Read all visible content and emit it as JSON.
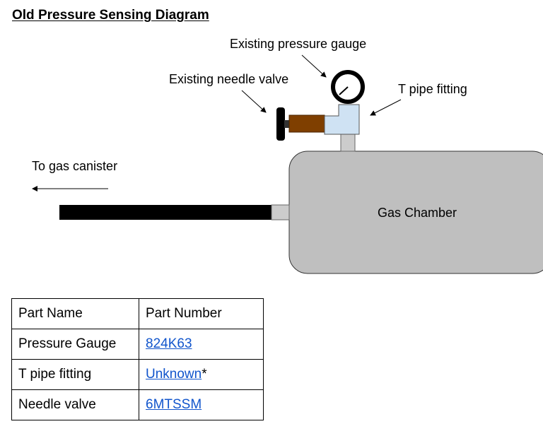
{
  "title": "Old Pressure Sensing Diagram",
  "diagram": {
    "labels": {
      "gauge": "Existing pressure gauge",
      "needle_valve": "Existing needle valve",
      "t_fitting": "T pipe fitting",
      "to_canister": "To gas canister",
      "chamber": "Gas Chamber"
    },
    "colors": {
      "chamber_fill": "#bfbfbf",
      "t_fitting_fill": "#cfe2f3",
      "valve_body_fill": "#7f3f00",
      "handle_fill": "#000000",
      "connector_fill": "#cccccc"
    }
  },
  "table": {
    "headers": [
      "Part Name",
      "Part Number"
    ],
    "rows": [
      {
        "name": "Pressure Gauge",
        "number": "824K63",
        "suffix": ""
      },
      {
        "name": "T pipe fitting",
        "number": "Unknown",
        "suffix": "*"
      },
      {
        "name": "Needle valve",
        "number": "6MTSSM",
        "suffix": ""
      }
    ]
  }
}
